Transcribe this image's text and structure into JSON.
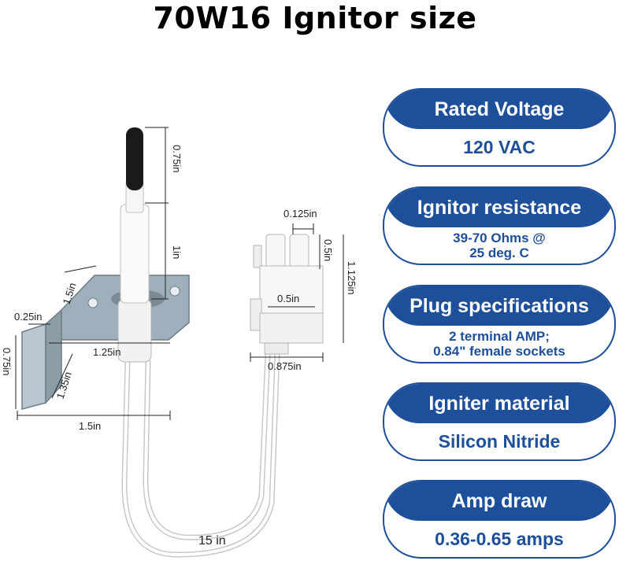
{
  "title": "70W16 Ignitor size",
  "specs": [
    {
      "label": "Rated Voltage",
      "value_lines": [
        "120 VAC"
      ]
    },
    {
      "label": "Ignitor resistance",
      "value_lines": [
        "39-70 Ohms @",
        "25 deg. C"
      ]
    },
    {
      "label": "Plug specifications",
      "value_lines": [
        "2 terminal AMP;",
        "0.84\" female sockets"
      ]
    },
    {
      "label": "Igniter material",
      "value_lines": [
        "Silicon Nitride"
      ]
    },
    {
      "label": "Amp draw",
      "value_lines": [
        "0.36-0.65 amps"
      ]
    }
  ],
  "dimensions": {
    "probe_tip": "0.75in",
    "probe_body": "1in",
    "bracket_diag": "1.5in",
    "bracket_tab": "0.25in",
    "bracket_side_height": "0.75in",
    "bracket_width": "1.25in",
    "bracket_diag_lower": "1.35in",
    "overall_width": "1.5in",
    "plug_pin_spacing": "0.125in",
    "plug_pin_height": "0.5in",
    "plug_body_width": "0.5in",
    "plug_height": "1.125in",
    "plug_width": "0.875in",
    "lead_length": "15 in"
  },
  "colors": {
    "accent": "#1d4f9a",
    "bracket": "#9fb0bd",
    "ceramic": "#f4f4f4",
    "tip": "#1a1a1a"
  }
}
